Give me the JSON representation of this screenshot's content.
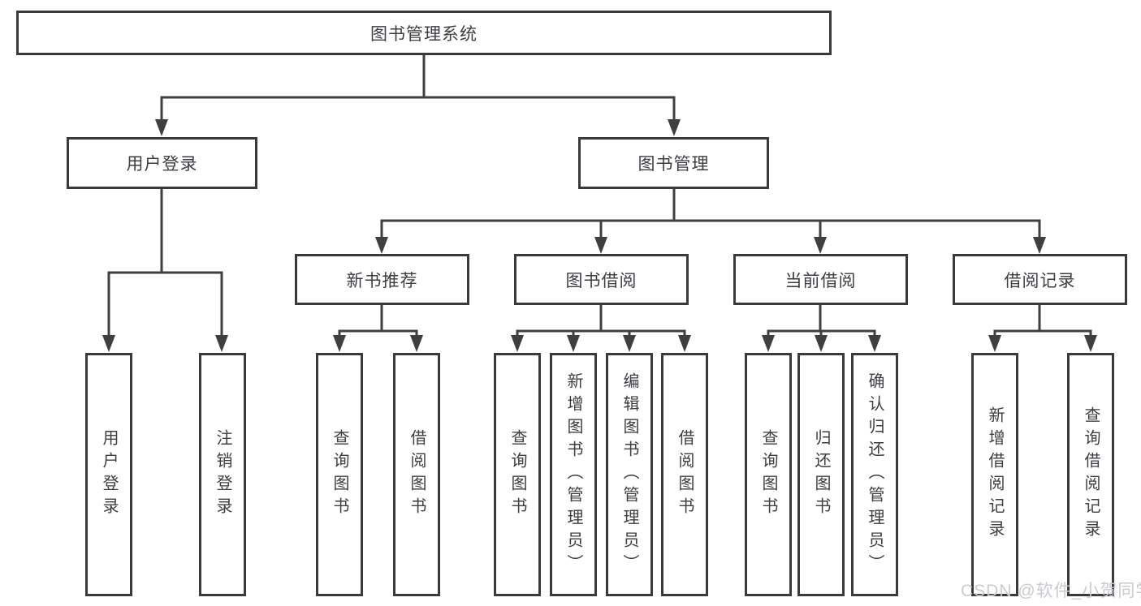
{
  "diagram": {
    "nodes": {
      "root": "图书管理系统",
      "user_login": "用户登录",
      "book_management": "图书管理",
      "new_book_recommendation": "新书推荐",
      "book_borrowing": "图书借阅",
      "current_borrowing": "当前借阅",
      "borrowing_records": "借阅记录"
    },
    "leaves": {
      "user_login": [
        "用户登录",
        "注销登录"
      ],
      "new_book_recommendation": [
        "查询图书",
        "借阅图书"
      ],
      "book_borrowing": [
        "查询图书",
        "新增图书（管理员）",
        "编辑图书（管理员）",
        "借阅图书"
      ],
      "current_borrowing": [
        "查询图书",
        "归还图书",
        "确认归还（管理员）"
      ],
      "borrowing_records": [
        "新增借阅记录",
        "查询借阅记录"
      ]
    },
    "watermark": "CSDN @软件_小贺同学",
    "colors": {
      "line": "#3f3f3f",
      "border": "#3a3a3a",
      "text": "#3d3d42",
      "watermark": "#cbcbd0",
      "background": "#ffffff"
    }
  }
}
